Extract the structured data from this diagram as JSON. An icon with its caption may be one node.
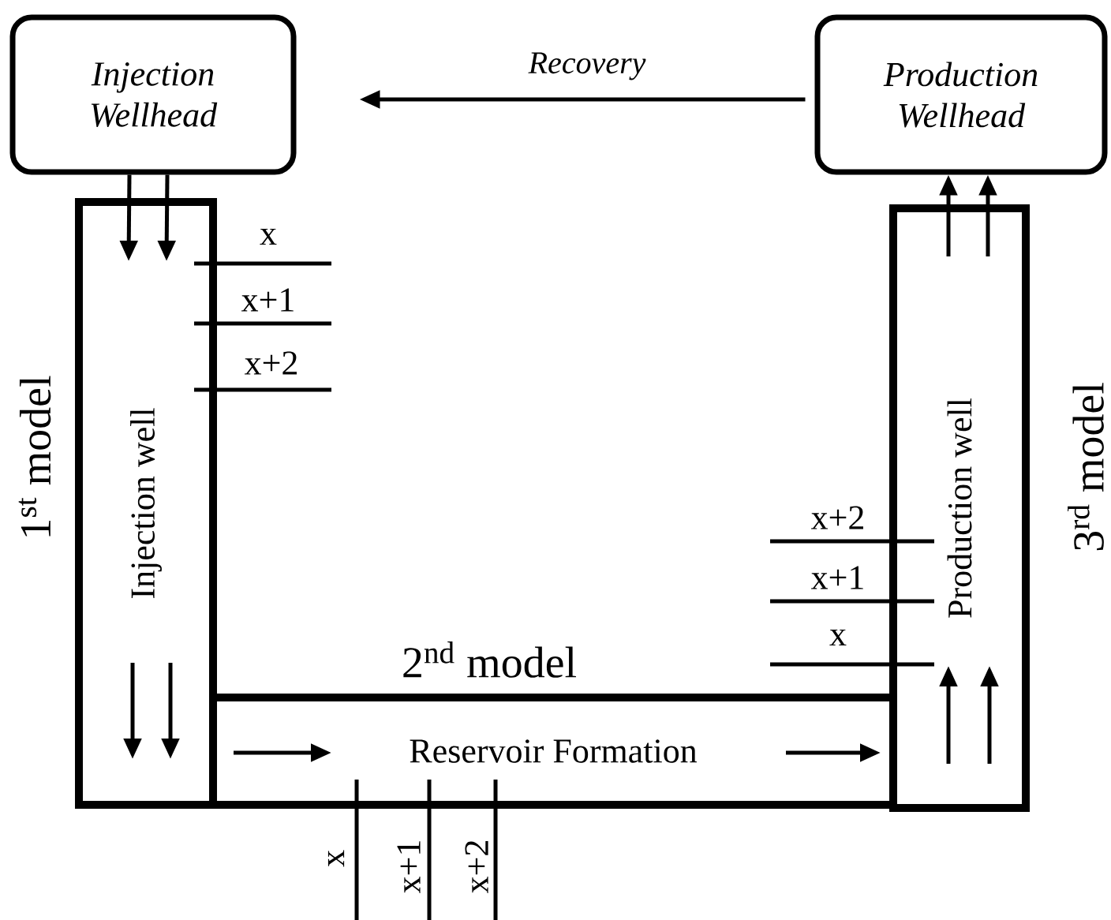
{
  "diagram": {
    "nodes": [
      {
        "text": [
          "Injection Wellhead"
        ]
      },
      {
        "text": [
          "Production Wellhead"
        ]
      },
      {
        "text": [
          "Injection well"
        ]
      },
      {
        "text": [
          "Reservoir Formation"
        ]
      },
      {
        "text": [
          "Production well"
        ]
      }
    ],
    "edges": [
      {
        "from": 1,
        "to": 0,
        "arrow": "to",
        "label": "Recovery"
      },
      {
        "from": 0,
        "to": 2,
        "arrow": "to"
      },
      {
        "from": 0,
        "to": 2,
        "arrow": "to"
      },
      {
        "from": 4,
        "to": 1,
        "arrow": "to"
      },
      {
        "from": 4,
        "to": 1,
        "arrow": "to"
      }
    ],
    "labels": [
      "x",
      "x+1",
      "x+2",
      "1$^{st}$ model",
      "3$^{rd}$ model",
      "x+2",
      "x+1",
      "x",
      "2$^{nd}$ model",
      "x",
      "x+1",
      "x+2"
    ]
  }
}
